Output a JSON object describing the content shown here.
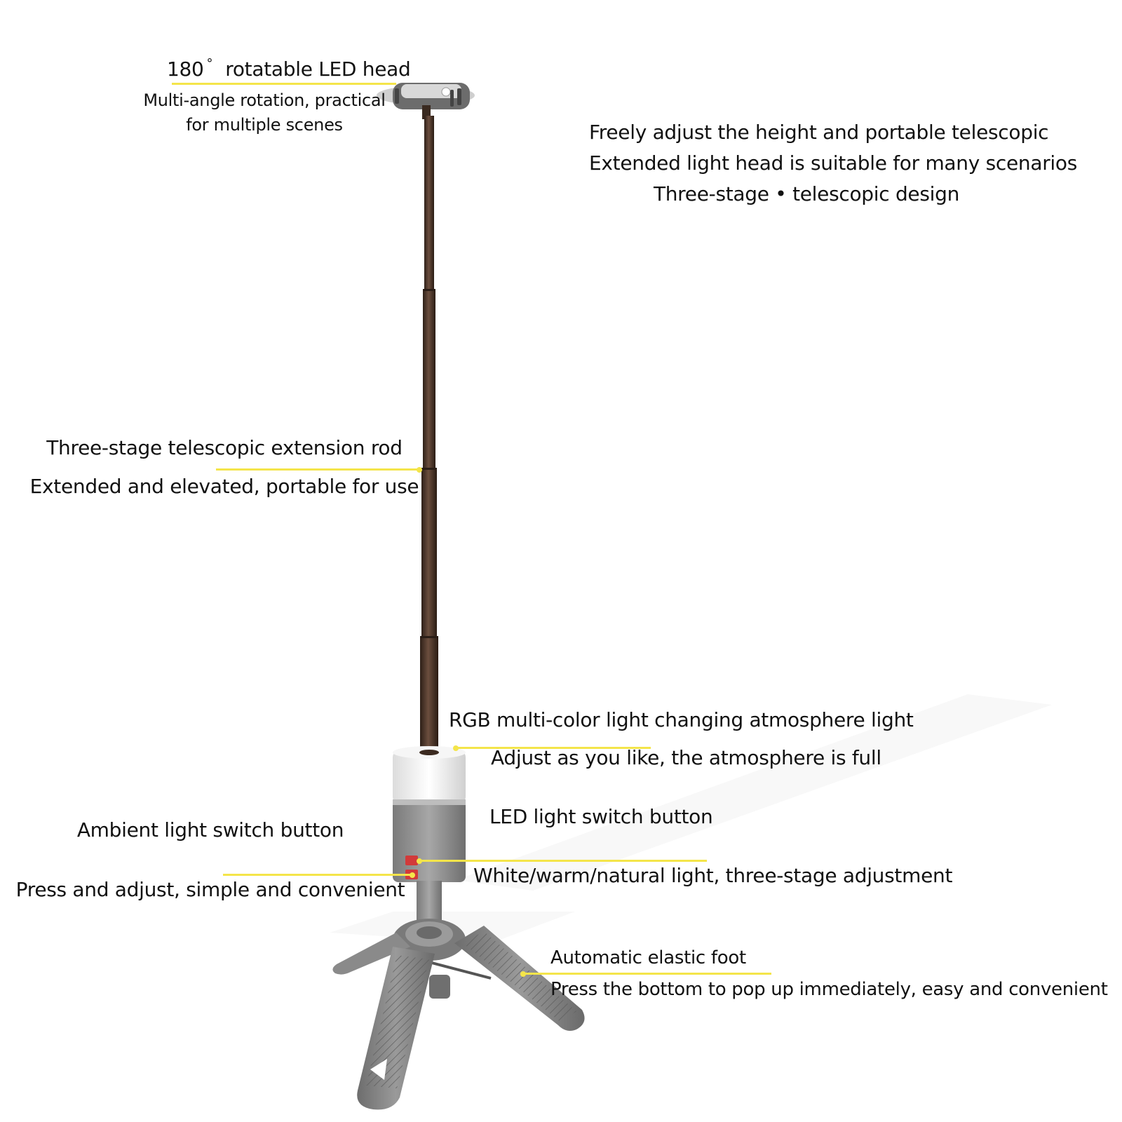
{
  "callouts": {
    "led_head": {
      "title": "180",
      "title_rest": "rotatable LED head",
      "desc_line1": "Multi-angle rotation, practical",
      "desc_line2": "for multiple scenes"
    },
    "intro": {
      "line1": "Freely adjust the height and portable telescopic",
      "line2": "Extended light head is suitable for many scenarios",
      "line3": "Three-stage  •  telescopic design"
    },
    "rod": {
      "title": "Three-stage telescopic extension rod",
      "desc": "Extended and elevated, portable for use"
    },
    "rgb": {
      "title": "RGB multi-color light changing atmosphere light",
      "desc": "Adjust as you like, the atmosphere is full"
    },
    "led_switch": {
      "title": "LED light switch button",
      "desc": "White/warm/natural light, three-stage adjustment"
    },
    "ambient_switch": {
      "title": "Ambient light switch button",
      "desc": "Press and adjust, simple and convenient"
    },
    "foot": {
      "title": "Automatic elastic foot",
      "desc": "Press the bottom to pop up immediately, easy and convenient"
    }
  },
  "colors": {
    "leader": "#f4e54a",
    "rod": "#4a3428",
    "body_gray": "#8d8d8d",
    "cap_white": "#f2f2f2",
    "button_red": "#d23a3a"
  }
}
